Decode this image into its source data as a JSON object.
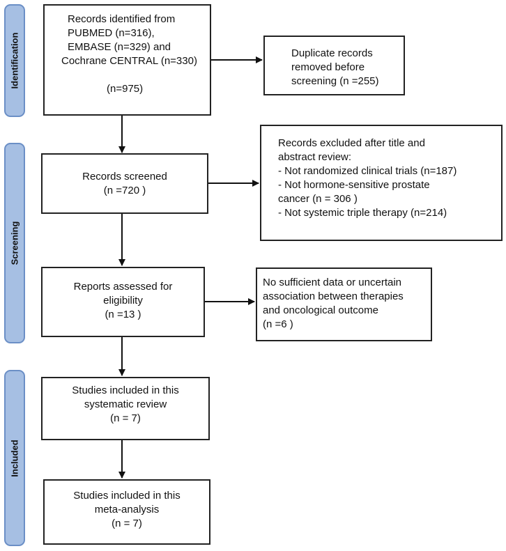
{
  "phases": {
    "identification": "Identification",
    "screening": "Screening",
    "included": "Included"
  },
  "boxes": {
    "records_identified": [
      "Records identified from",
      "PUBMED (n=316),",
      "EMBASE (n=329) and",
      "Cochrane CENTRAL (n=330)",
      "",
      "(n=975)"
    ],
    "duplicates_removed": [
      "Duplicate records",
      "removed before",
      "screening  (n =255)"
    ],
    "records_screened": [
      "Records screened",
      "(n =720 )"
    ],
    "records_excluded": [
      "Records excluded after title and",
      "abstract review:",
      "- Not randomized clinical trials (n=187)",
      "- Not hormone-sensitive prostate",
      "cancer (n = 306 )",
      "- Not systemic triple therapy (n=214)"
    ],
    "reports_assessed": [
      "Reports assessed for",
      "eligibility",
      "(n =13 )"
    ],
    "reports_excluded": [
      "No sufficient data or uncertain",
      "association between therapies",
      "and oncological outcome",
      "(n =6 )"
    ],
    "systematic_review": [
      "Studies included in this",
      "systematic review",
      "(n = 7)"
    ],
    "meta_analysis": [
      "Studies included in this",
      "meta-analysis",
      "(n = 7)"
    ]
  },
  "colors": {
    "phase_fill": "#a6bfe3",
    "phase_border": "#6b8fc6",
    "box_border": "#222222"
  }
}
